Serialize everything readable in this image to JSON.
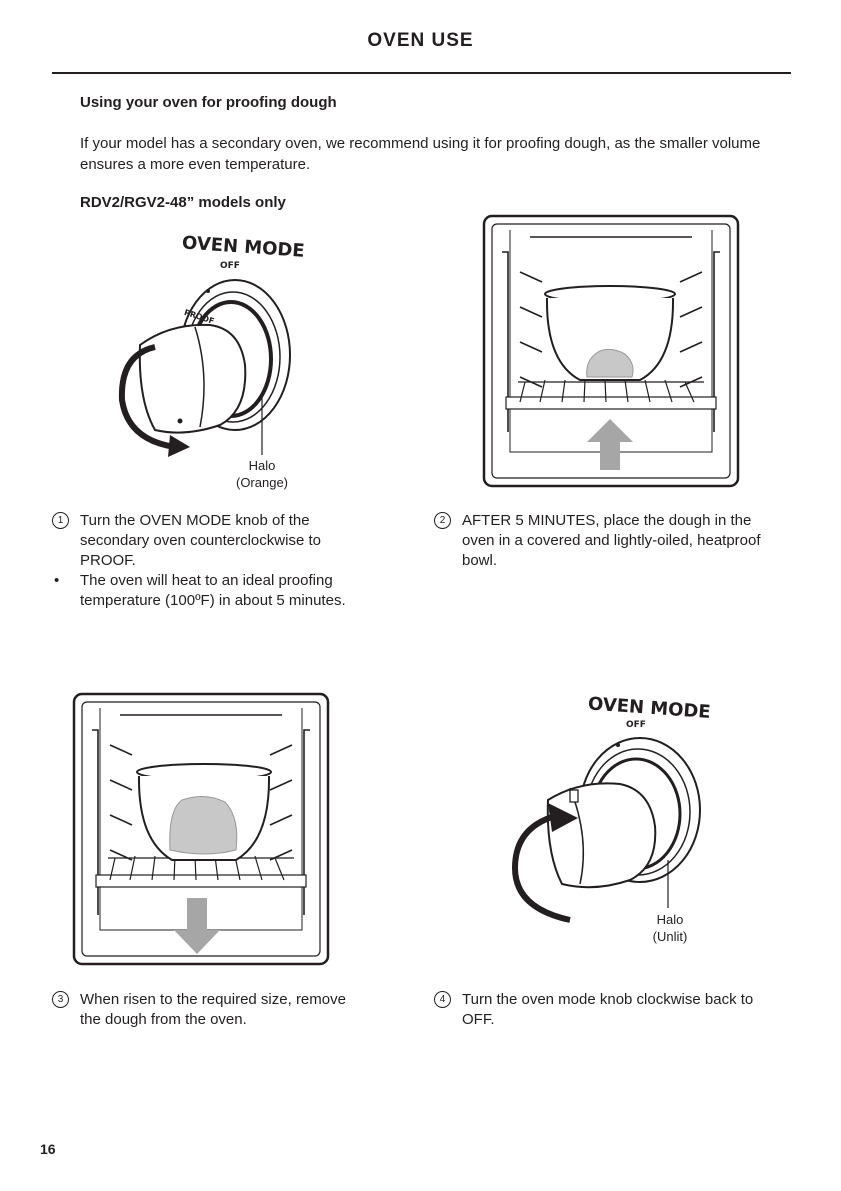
{
  "header": {
    "title": "OVEN USE"
  },
  "section": {
    "heading": "Using your oven for proofing dough",
    "intro": "If your model has a secondary oven, we recommend using it for proofing dough, as the smaller volume ensures a more even temperature.",
    "models_note": "RDV2/RGV2-48” models only"
  },
  "figures": {
    "knob_proof": {
      "knob_title": "OVEN MODE",
      "off_label": "OFF",
      "proof_label": "PROOF",
      "halo_label": "Halo",
      "halo_state": "(Orange)"
    },
    "knob_off": {
      "knob_title": "OVEN MODE",
      "off_label": "OFF",
      "halo_label": "Halo",
      "halo_state": "(Unlit)"
    }
  },
  "steps": [
    {
      "number": "1",
      "text": "Turn the OVEN MODE knob of the secondary oven counterclockwise to PROOF."
    },
    {
      "number": "2",
      "text": "AFTER 5 MINUTES, place the dough in the oven in a covered and lightly-oiled, heatproof bowl."
    },
    {
      "number": "3",
      "text": "When risen to the required size, remove the dough from the oven."
    },
    {
      "number": "4",
      "text": "Turn the oven mode knob clockwise back to OFF."
    }
  ],
  "bullet_note": "The oven will heat to an ideal proofing temperature (100ºF) in about 5 minutes.",
  "page_number": "16",
  "colors": {
    "text": "#231f20",
    "dough": "#c8c8c8",
    "arrow": "#a6a6a6"
  }
}
